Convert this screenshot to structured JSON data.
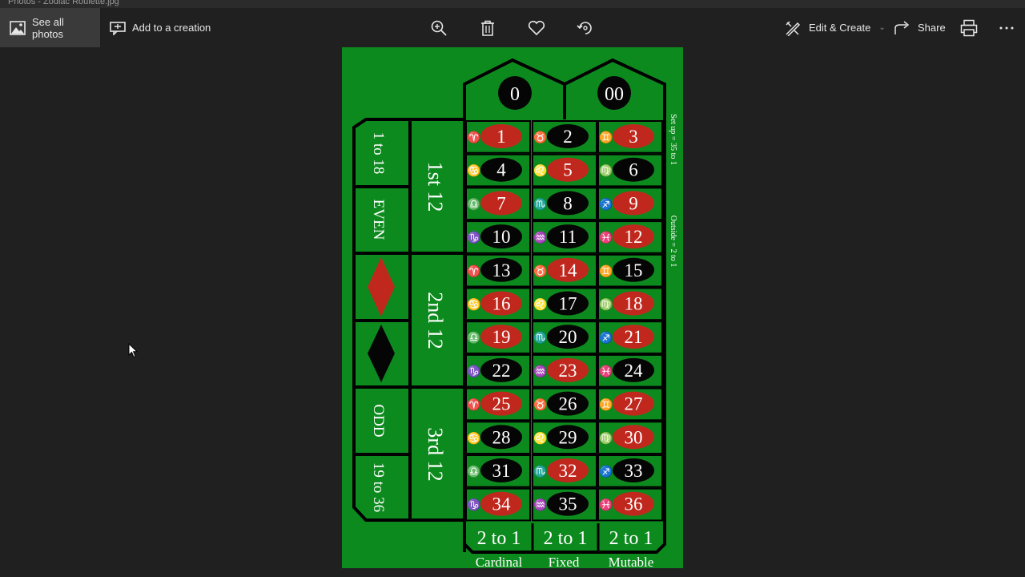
{
  "window": {
    "title": "Photos - Zodiac Roulette.jpg"
  },
  "toolbar": {
    "see_all_label": "See all photos",
    "add_creation_label": "Add to a creation",
    "edit_create_label": "Edit & Create",
    "share_label": "Share",
    "icons": [
      "zoom-in-icon",
      "trash-icon",
      "heart-icon",
      "rotate-icon",
      "print-icon",
      "more-icon"
    ]
  },
  "table": {
    "zero": "0",
    "double_zero": "00",
    "dozens": [
      "1st 12",
      "2nd 12",
      "3rd 12"
    ],
    "outside": [
      "1 to 18",
      "EVEN",
      "ODD",
      "19 to 36"
    ],
    "column_bets": [
      "2 to 1",
      "2 to 1",
      "2 to 1"
    ],
    "column_labels": [
      "Cardinal",
      "Fixed",
      "Mutable"
    ],
    "side_note_top": "Set up = 35 to 1",
    "side_note_bottom": "Outside = 2 to 1",
    "numbers": [
      {
        "n": "1",
        "color": "red",
        "sign": "♈"
      },
      {
        "n": "2",
        "color": "black",
        "sign": "♉"
      },
      {
        "n": "3",
        "color": "red",
        "sign": "♊"
      },
      {
        "n": "4",
        "color": "black",
        "sign": "♋"
      },
      {
        "n": "5",
        "color": "red",
        "sign": "♌"
      },
      {
        "n": "6",
        "color": "black",
        "sign": "♍"
      },
      {
        "n": "7",
        "color": "red",
        "sign": "♎"
      },
      {
        "n": "8",
        "color": "black",
        "sign": "♏"
      },
      {
        "n": "9",
        "color": "red",
        "sign": "♐"
      },
      {
        "n": "10",
        "color": "black",
        "sign": "♑"
      },
      {
        "n": "11",
        "color": "black",
        "sign": "♒"
      },
      {
        "n": "12",
        "color": "red",
        "sign": "♓"
      },
      {
        "n": "13",
        "color": "black",
        "sign": "♈"
      },
      {
        "n": "14",
        "color": "red",
        "sign": "♉"
      },
      {
        "n": "15",
        "color": "black",
        "sign": "♊"
      },
      {
        "n": "16",
        "color": "red",
        "sign": "♋"
      },
      {
        "n": "17",
        "color": "black",
        "sign": "♌"
      },
      {
        "n": "18",
        "color": "red",
        "sign": "♍"
      },
      {
        "n": "19",
        "color": "red",
        "sign": "♎"
      },
      {
        "n": "20",
        "color": "black",
        "sign": "♏"
      },
      {
        "n": "21",
        "color": "red",
        "sign": "♐"
      },
      {
        "n": "22",
        "color": "black",
        "sign": "♑"
      },
      {
        "n": "23",
        "color": "red",
        "sign": "♒"
      },
      {
        "n": "24",
        "color": "black",
        "sign": "♓"
      },
      {
        "n": "25",
        "color": "red",
        "sign": "♈"
      },
      {
        "n": "26",
        "color": "black",
        "sign": "♉"
      },
      {
        "n": "27",
        "color": "red",
        "sign": "♊"
      },
      {
        "n": "28",
        "color": "black",
        "sign": "♋"
      },
      {
        "n": "29",
        "color": "black",
        "sign": "♌"
      },
      {
        "n": "30",
        "color": "red",
        "sign": "♍"
      },
      {
        "n": "31",
        "color": "black",
        "sign": "♎"
      },
      {
        "n": "32",
        "color": "red",
        "sign": "♏"
      },
      {
        "n": "33",
        "color": "black",
        "sign": "♐"
      },
      {
        "n": "34",
        "color": "red",
        "sign": "♑"
      },
      {
        "n": "35",
        "color": "black",
        "sign": "♒"
      },
      {
        "n": "36",
        "color": "red",
        "sign": "♓"
      }
    ]
  },
  "colors": {
    "felt": "#0d8a1e",
    "red": "#c0281e",
    "black": "#050505",
    "line": "#000000",
    "toolbar": "#202020"
  }
}
